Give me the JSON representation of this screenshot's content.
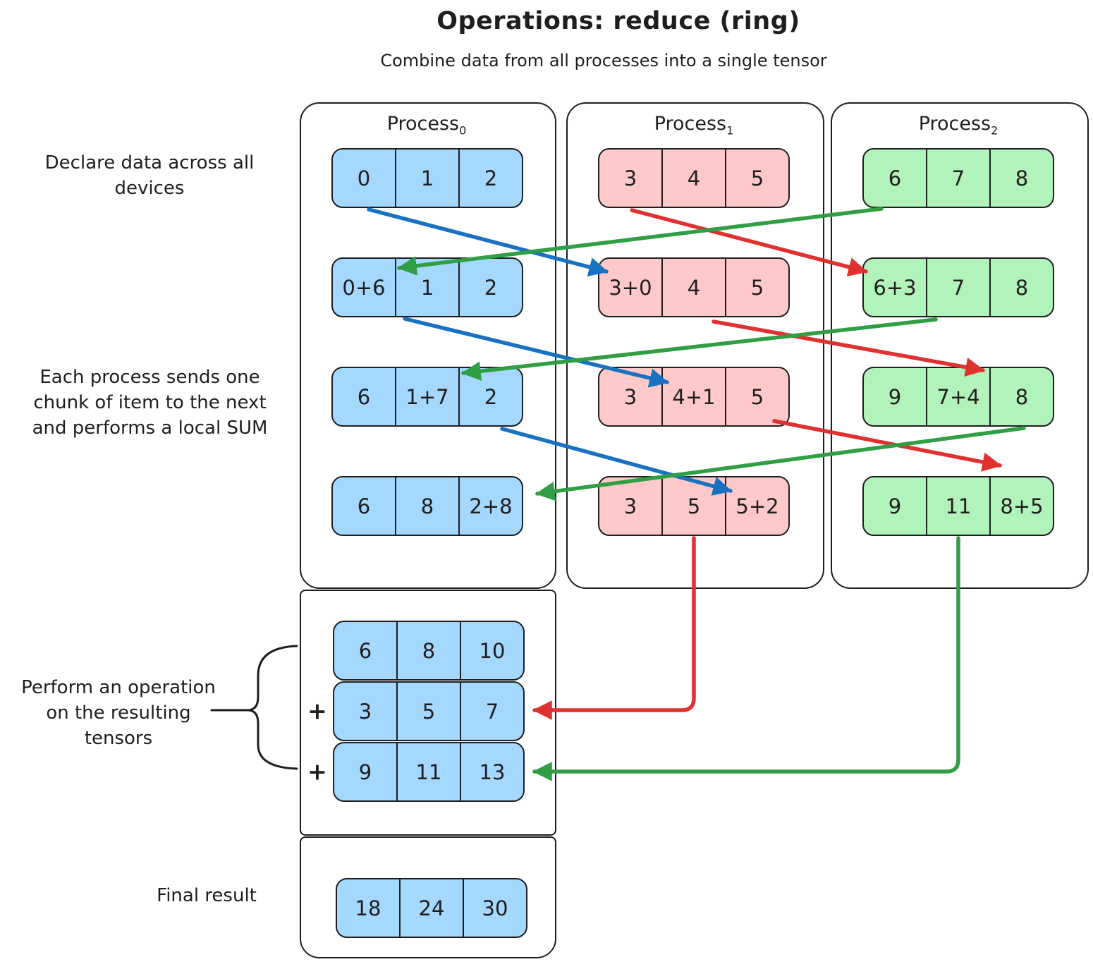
{
  "title": "Operations: reduce (ring)",
  "subtitle": "Combine data from all processes into a single tensor",
  "annotations": {
    "declare": "Declare data across all\ndevices",
    "send": "Each process sends one\nchunk of item to the next\nand performs a local SUM",
    "operation": "Perform an operation\non the resulting\ntensors",
    "final": "Final result"
  },
  "processes": [
    {
      "name": "Process",
      "sub": "0",
      "rows": [
        [
          "0",
          "1",
          "2"
        ],
        [
          "0+6",
          "1",
          "2"
        ],
        [
          "6",
          "1+7",
          "2"
        ],
        [
          "6",
          "8",
          "2+8"
        ]
      ]
    },
    {
      "name": "Process",
      "sub": "1",
      "rows": [
        [
          "3",
          "4",
          "5"
        ],
        [
          "3+0",
          "4",
          "5"
        ],
        [
          "3",
          "4+1",
          "5"
        ],
        [
          "3",
          "5",
          "5+2"
        ]
      ]
    },
    {
      "name": "Process",
      "sub": "2",
      "rows": [
        [
          "6",
          "7",
          "8"
        ],
        [
          "6+3",
          "7",
          "8"
        ],
        [
          "9",
          "7+4",
          "8"
        ],
        [
          "9",
          "11",
          "8+5"
        ]
      ]
    }
  ],
  "operation_section": {
    "plus": "+",
    "tensors": [
      [
        "6",
        "8",
        "10"
      ],
      [
        "3",
        "5",
        "7"
      ],
      [
        "9",
        "11",
        "13"
      ]
    ]
  },
  "final_section": {
    "values": [
      "18",
      "24",
      "30"
    ]
  },
  "colors": {
    "process0_fill": "#a5d8ff",
    "process1_fill": "#ffc9c9",
    "process2_fill": "#b2f2bb",
    "arrow_blue": "#1971c2",
    "arrow_red": "#e03131",
    "arrow_green": "#2f9e44",
    "stroke": "#1e1e1e"
  }
}
